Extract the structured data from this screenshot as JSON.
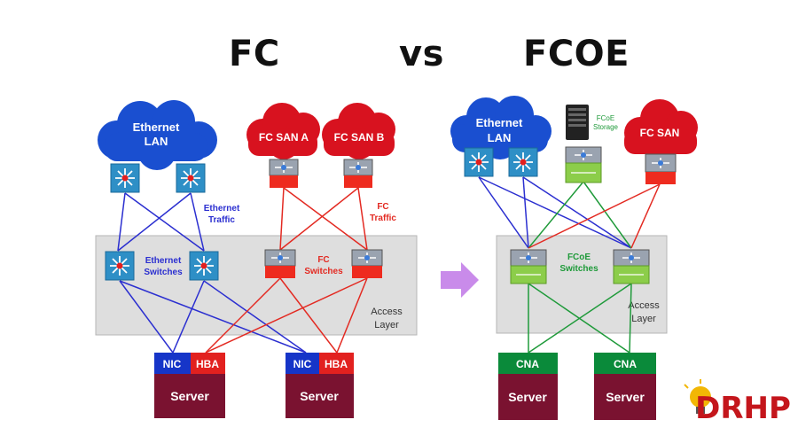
{
  "titles": {
    "left": "FC",
    "middle": "vs",
    "right": "FCOE"
  },
  "fc": {
    "ethernet_lan": [
      "Ethernet",
      "LAN"
    ],
    "fc_san_a": "FC SAN A",
    "fc_san_b": "FC SAN B",
    "ethernet_traffic": [
      "Ethernet",
      "Traffic"
    ],
    "fc_traffic": [
      "FC",
      "Traffic"
    ],
    "ethernet_switches": [
      "Ethernet",
      "Switches"
    ],
    "fc_switches": [
      "FC",
      "Switches"
    ],
    "access_layer": [
      "Access",
      "Layer"
    ],
    "servers": [
      {
        "nic": "NIC",
        "hba": "HBA",
        "label": "Server"
      },
      {
        "nic": "NIC",
        "hba": "HBA",
        "label": "Server"
      }
    ]
  },
  "fcoe": {
    "ethernet_lan": [
      "Ethernet",
      "LAN"
    ],
    "fcoe_storage": [
      "FCoE",
      "Storage"
    ],
    "fc_san": "FC SAN",
    "fcoe_switches": [
      "FCoE",
      "Switches"
    ],
    "access_layer": [
      "Access",
      "Layer"
    ],
    "servers": [
      {
        "cna": "CNA",
        "label": "Server"
      },
      {
        "cna": "CNA",
        "label": "Server"
      }
    ]
  },
  "logo": "DRHP",
  "colors": {
    "cloud_blue": "#1a4fd0",
    "cloud_red": "#d8121f",
    "eth_switch": "#2e8fc6",
    "fc_switch_red": "#ee2b1f",
    "fcoe_switch_green": "#8ccd4a",
    "cna_green": "#0a8a3a",
    "server_maroon": "#7a1230",
    "nic_blue": "#1635c8",
    "hba_red": "#e2211f",
    "link_blue": "#2b2fd0",
    "link_red": "#e32a22",
    "link_green": "#1f9a3a",
    "arrow_purple": "#c98bea",
    "access_gray": "#dedede"
  }
}
